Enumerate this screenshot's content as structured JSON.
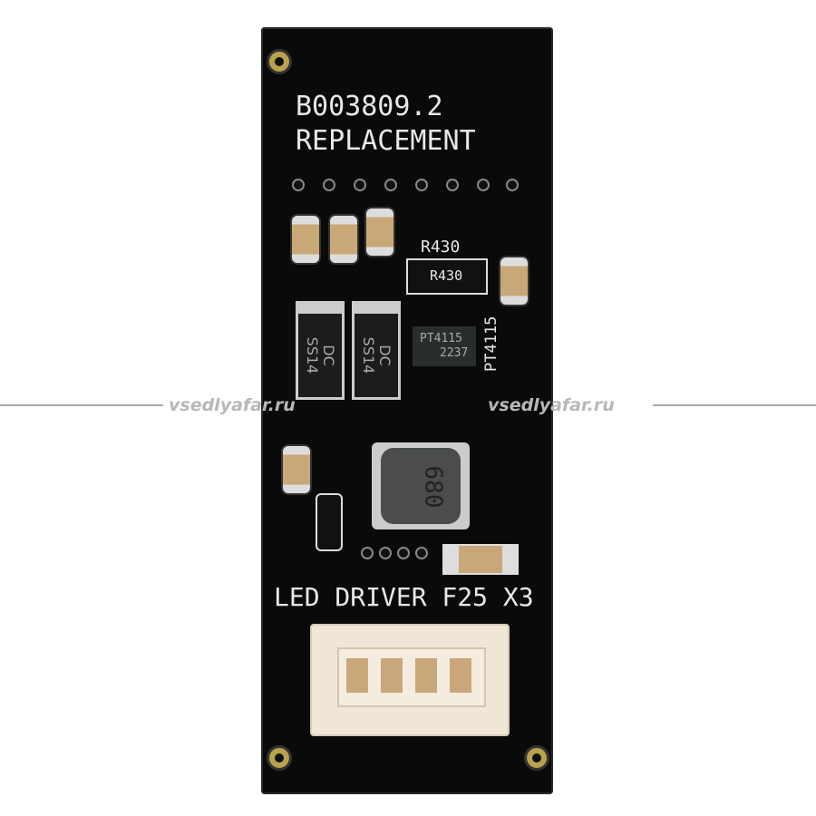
{
  "board": {
    "part_number": "B003809.2",
    "subtitle": "REPLACEMENT",
    "resistor_label": "R430",
    "resistor_marking": "R430",
    "diodes": [
      {
        "line1": "DC",
        "line2": "SS14"
      },
      {
        "line1": "DC",
        "line2": "SS14"
      }
    ],
    "ic_marking": "PT4115",
    "ic_date": "2237",
    "ic_label": "PT4115",
    "inductor_marking": "680",
    "bottom_label": "LED DRIVER F25 X3"
  },
  "watermark": {
    "left": "vsedlyafar.ru",
    "right": "vsedlyafar.ru"
  }
}
